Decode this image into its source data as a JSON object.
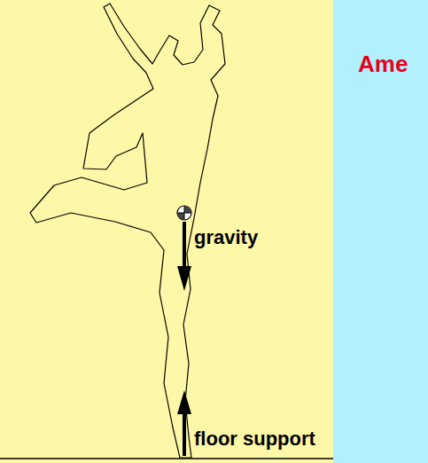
{
  "diagram": {
    "labels": [
      "Ame",
      "gravity",
      "floor support"
    ]
  }
}
